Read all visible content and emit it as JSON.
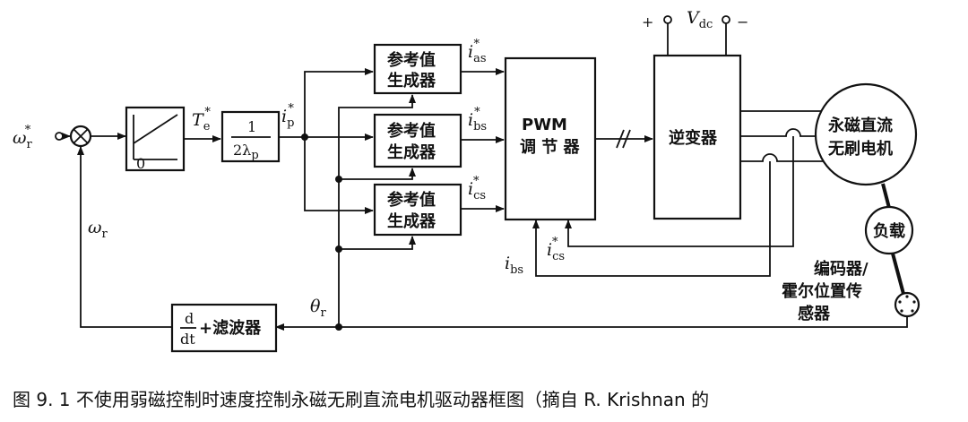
{
  "blocks": {
    "ref1": [
      "参考值",
      "生成器"
    ],
    "ref2": [
      "参考值",
      "生成器"
    ],
    "ref3": [
      "参考值",
      "生成器"
    ],
    "pwm": [
      "PWM",
      "调 节 器"
    ],
    "inverter": "逆变器",
    "motor": [
      "永磁直流",
      "无刷电机"
    ],
    "load": "负载",
    "sensor": [
      "编码器/",
      "霍尔位置传",
      "感器"
    ],
    "filter_label": "+滤波器",
    "deriv_num": "d",
    "deriv_den": "dt",
    "gain_num": "1",
    "gain_den": "2λ",
    "gain_den_sub": "p",
    "limiter_zero": "0"
  },
  "signals": {
    "wr_star": {
      "sym": "ω",
      "sub": "r",
      "sup": "*"
    },
    "wr": {
      "sym": "ω",
      "sub": "r"
    },
    "te_star": {
      "sym": "T",
      "sub": "e",
      "sup": "*"
    },
    "ip_star": {
      "sym": "i",
      "sub": "p",
      "sup": "*"
    },
    "ias_star": {
      "sym": "i",
      "sub": "as",
      "sup": "*"
    },
    "ibs_star": {
      "sym": "i",
      "sub": "bs",
      "sup": "*"
    },
    "ics_star": {
      "sym": "i",
      "sub": "cs",
      "sup": "*"
    },
    "ics_fb": {
      "sym": "i",
      "sub": "cs",
      "sup": "*"
    },
    "ibs_fb": {
      "sym": "i",
      "sub": "bs"
    },
    "theta_r": {
      "sym": "θ",
      "sub": "r"
    },
    "vdc": {
      "sym": "V",
      "sub": "dc"
    },
    "plus": "+",
    "minus": "−"
  },
  "caption": "图 9. 1   不使用弱磁控制时速度控制永磁无刷直流电机驱动器框图（摘自 R. Krishnan 的"
}
